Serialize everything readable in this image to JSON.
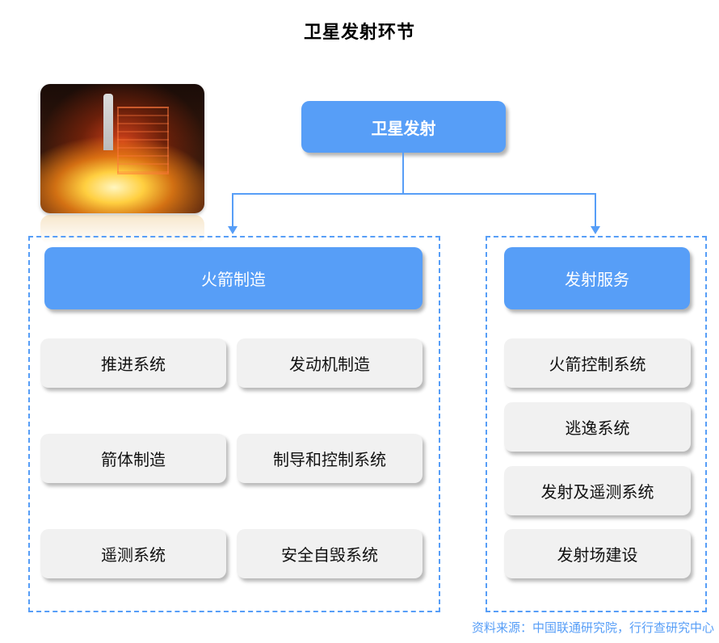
{
  "title": "卫星发射环节",
  "image": {
    "icon": "rocket-launch-photo"
  },
  "root": {
    "label": "卫星发射"
  },
  "branches": [
    {
      "label": "火箭制造",
      "items": [
        "推进系统",
        "发动机制造",
        "箭体制造",
        "制导和控制系统",
        "遥测系统",
        "安全自毁系统"
      ]
    },
    {
      "label": "发射服务",
      "items": [
        "火箭控制系统",
        "逃逸系统",
        "发射及遥测系统",
        "发射场建设"
      ]
    }
  ],
  "source": "资料来源：中国联通研究院，行行查研究中心",
  "colors": {
    "accent": "#579ef7",
    "item_bg": "#f1f1f1"
  }
}
